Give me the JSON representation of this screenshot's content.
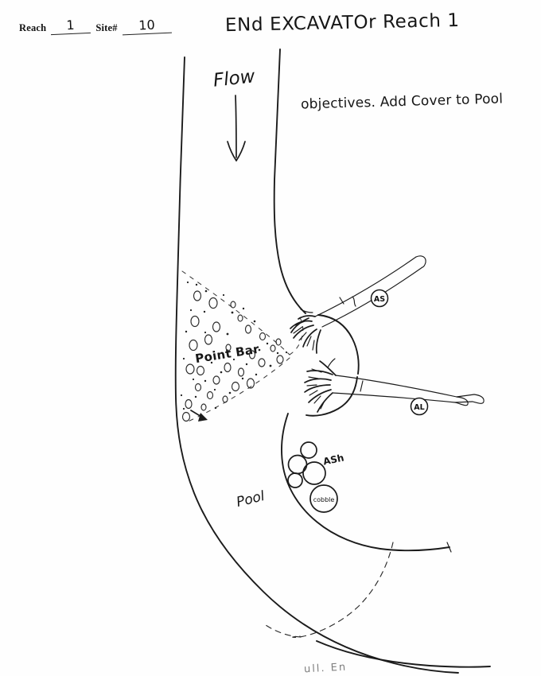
{
  "form": {
    "reach_label": "Reach",
    "reach_value": "1",
    "site_label": "Site#",
    "site_value": "10"
  },
  "title": "ENd EXCAVATOr Reach 1",
  "annotations": {
    "objectives": "objectives. Add Cover to Pool",
    "flow": "Flow",
    "point_bar": "Point Bar",
    "pool": "Pool",
    "boulder_cluster": "ASh",
    "bottom_partial": "ull.  En"
  },
  "structures": [
    {
      "name": "upper-log",
      "tag": "AS",
      "description": "large woody debris with root wad, upper bank"
    },
    {
      "name": "lower-log",
      "tag": "AL",
      "description": "large woody debris with root wad, mid bank"
    },
    {
      "name": "cobble-circle",
      "tag": "cobble",
      "description": "circled cobble substrate note in pool"
    }
  ],
  "map_features": [
    {
      "name": "left-bank",
      "type": "bankline"
    },
    {
      "name": "right-bank",
      "type": "bankline"
    },
    {
      "name": "point-bar",
      "type": "dashed-gravel-bar"
    },
    {
      "name": "pool",
      "type": "open-water"
    },
    {
      "name": "boulder-cluster",
      "type": "boulders",
      "count": 4
    },
    {
      "name": "lower-bar",
      "type": "dashed-boundary"
    },
    {
      "name": "flow-arrow",
      "type": "direction-arrow",
      "direction": "downstream"
    }
  ],
  "colors": {
    "ink": "#1b1b1b",
    "paper": "#ffffff"
  }
}
